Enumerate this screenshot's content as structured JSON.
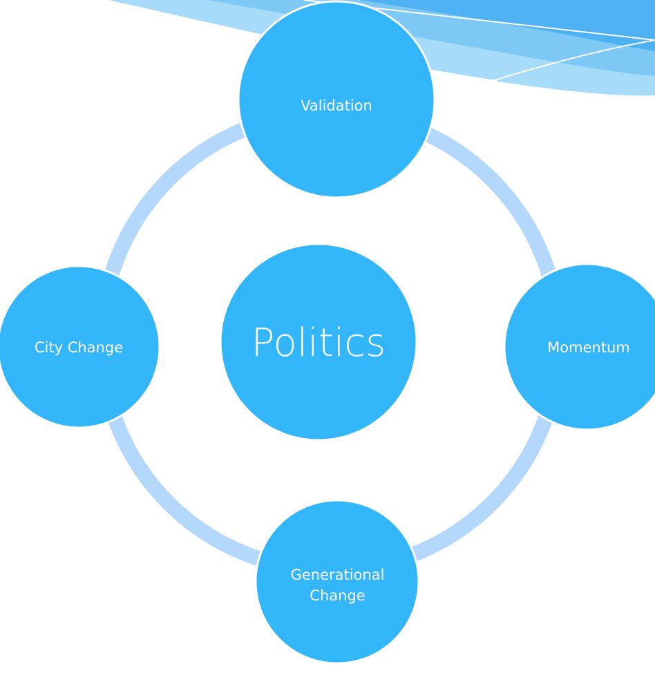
{
  "colors": {
    "node_fill": "#33b5fa",
    "ring": "#b3d8fb",
    "swoosh_light": "#a6dbf9",
    "swoosh_mid": "#74c3f5",
    "swoosh_dark": "#3fa9ef"
  },
  "diagram": {
    "center": {
      "label": "Politics"
    },
    "nodes": [
      {
        "label": "Validation"
      },
      {
        "label": "Momentum"
      },
      {
        "label": "Generational\nChange"
      },
      {
        "label": "City Change"
      }
    ]
  }
}
